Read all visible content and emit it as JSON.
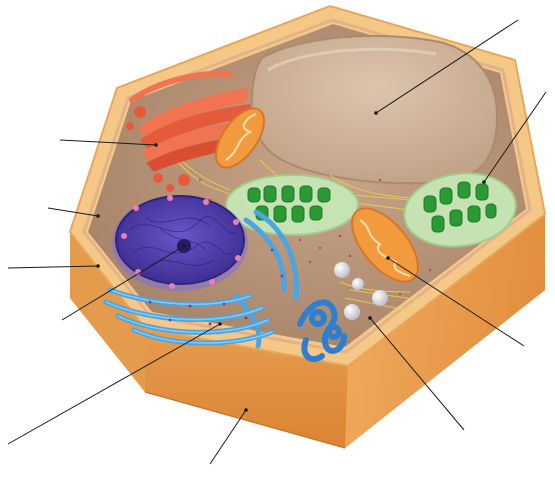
{
  "diagram": {
    "kind": "plant-cell-cutaway",
    "label_text": [],
    "leader_lines": [
      {
        "id": "leader-vacuole",
        "points_to": "central-vacuole"
      },
      {
        "id": "leader-chloroplast-right",
        "points_to": "chloroplast"
      },
      {
        "id": "leader-golgi",
        "points_to": "golgi-apparatus"
      },
      {
        "id": "leader-cell-wall",
        "points_to": "cell-wall"
      },
      {
        "id": "leader-cell-membrane",
        "points_to": "cell-membrane"
      },
      {
        "id": "leader-nucleus",
        "points_to": "nucleus"
      },
      {
        "id": "leader-mitochondrion",
        "points_to": "mitochondrion"
      },
      {
        "id": "leader-er",
        "points_to": "endoplasmic-reticulum"
      },
      {
        "id": "leader-outer-wall",
        "points_to": "cell-wall-face"
      },
      {
        "id": "leader-vesicles",
        "points_to": "vesicles"
      }
    ],
    "colors": {
      "wall_face": "#e69a45",
      "wall_top": "#f7c887",
      "cytoplasm": "#b89275",
      "vacuole": "#cfb39a",
      "golgi": "#ee5e3f",
      "nucleus": "#4b3aa8",
      "er_rough": "#4aa6e2",
      "er_smooth": "#2f7fd0",
      "chloroplast": "#2b9a35",
      "mitochondrion": "#f08a2b",
      "vesicle": "#e8e8ee",
      "leader": "#1a1a1a"
    }
  }
}
